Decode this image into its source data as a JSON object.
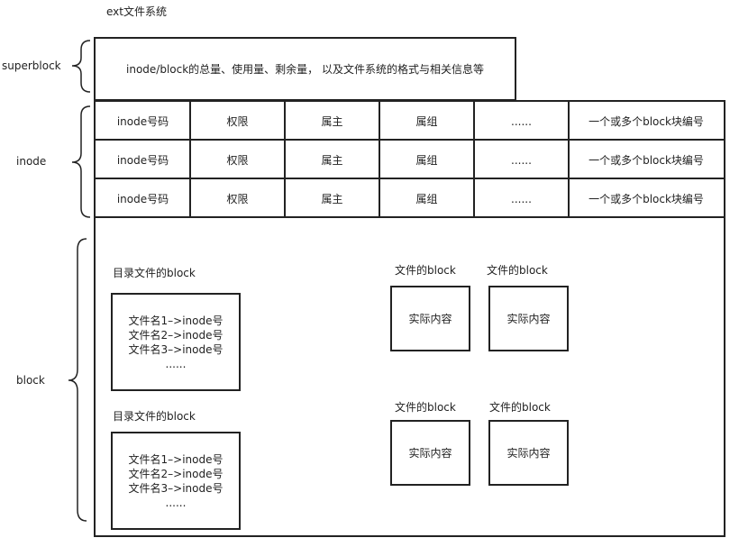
{
  "title": "ext文件系统",
  "labels": {
    "superblock": "superblock",
    "inode": "inode",
    "block": "block"
  },
  "superblock_text": "inode/block的总量、使用量、剩余量， 以及文件系统的格式与相关信息等",
  "inode_table": {
    "columns": [
      "inode号码",
      "权限",
      "属主",
      "属组",
      "......",
      "一个或多个block块编号"
    ],
    "rows": [
      [
        "inode号码",
        "权限",
        "属主",
        "属组",
        "......",
        "一个或多个block块编号"
      ],
      [
        "inode号码",
        "权限",
        "属主",
        "属组",
        "......",
        "一个或多个block块编号"
      ],
      [
        "inode号码",
        "权限",
        "属主",
        "属组",
        "......",
        "一个或多个block块编号"
      ]
    ]
  },
  "directory_blocks": [
    {
      "caption": "目录文件的block",
      "lines": [
        "文件名1–>inode号",
        "文件名2–>inode号",
        "文件名3–>inode号",
        "......"
      ]
    },
    {
      "caption": "目录文件的block",
      "lines": [
        "文件名1–>inode号",
        "文件名2–>inode号",
        "文件名3–>inode号",
        "......"
      ]
    }
  ],
  "file_blocks": [
    {
      "caption": "文件的block",
      "content": "实际内容"
    },
    {
      "caption": "文件的block",
      "content": "实际内容"
    },
    {
      "caption": "文件的block",
      "content": "实际内容"
    },
    {
      "caption": "文件的block",
      "content": "实际内容"
    }
  ]
}
